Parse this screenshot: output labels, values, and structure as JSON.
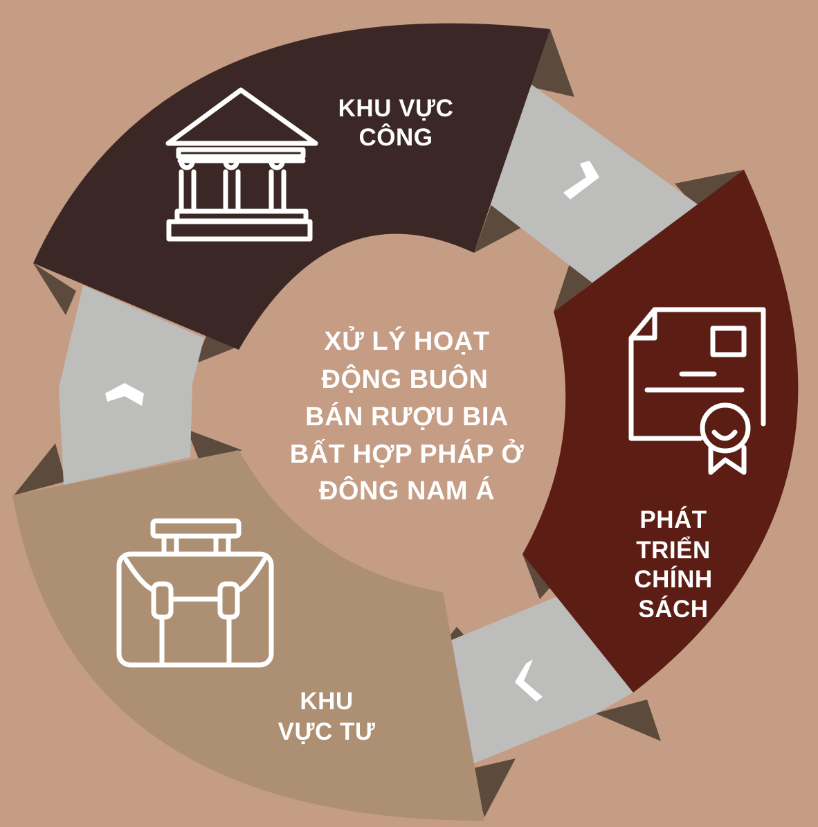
{
  "colors": {
    "background": "#c59c84",
    "public_sector": "#3b2826",
    "policy": "#5c1e14",
    "private_sector": "#ad9073",
    "connector": "#bdbdbc",
    "fold_shadow": "#5c4a3c",
    "text": "#ffffff"
  },
  "center": {
    "lines": [
      "XỬ LÝ HOẠT",
      "ĐỘNG BUÔN",
      "BÁN RƯỢU BIA",
      "BẤT HỢP PHÁP Ở",
      "ĐÔNG NAM Á"
    ]
  },
  "segments": [
    {
      "id": "public",
      "lines": [
        "KHU VỰC",
        "CÔNG"
      ],
      "icon": "government-building-icon"
    },
    {
      "id": "policy",
      "lines": [
        "PHÁT",
        "TRIỂN",
        "CHÍNH",
        "SÁCH"
      ],
      "icon": "certificate-document-icon"
    },
    {
      "id": "private",
      "lines": [
        "KHU",
        "VỰC TƯ"
      ],
      "icon": "briefcase-icon"
    }
  ],
  "connectors": [
    {
      "icon": "chevron-right-icon"
    },
    {
      "icon": "chevron-left-icon"
    },
    {
      "icon": "chevron-up-icon"
    }
  ]
}
